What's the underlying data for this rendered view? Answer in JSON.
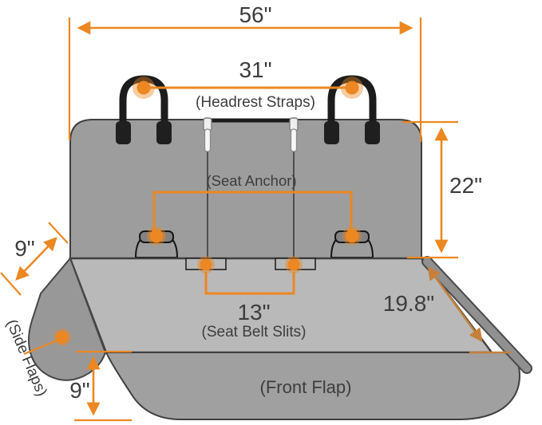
{
  "title": "Car seat cover dimensions diagram",
  "colors": {
    "accent": "#ec8722",
    "accent_muted": "#c5803c",
    "backrest": "#9d9d9d",
    "bench": "#b9b9b9",
    "front_flap": "#a0a0a0",
    "side_flap": "#989898",
    "blade": "#909090",
    "outline": "#3f3f3f",
    "strap": "#1c1c1c",
    "text": "#3d3d3d"
  },
  "labels": {
    "width_top": "56\"",
    "headrest_width": "31\"",
    "headrest_caption": "(Headrest Straps)",
    "seat_anchor_caption": "(Seat Anchor)",
    "back_height": "22\"",
    "side_flap_width": "9\"",
    "belt_width": "13\"",
    "belt_caption": "(Seat Belt Slits)",
    "bench_depth": "19.8\"",
    "side_flap_caption": "(Side Flaps)",
    "front_flap_caption": "(Front Flap)",
    "front_flap_height": "9\""
  }
}
